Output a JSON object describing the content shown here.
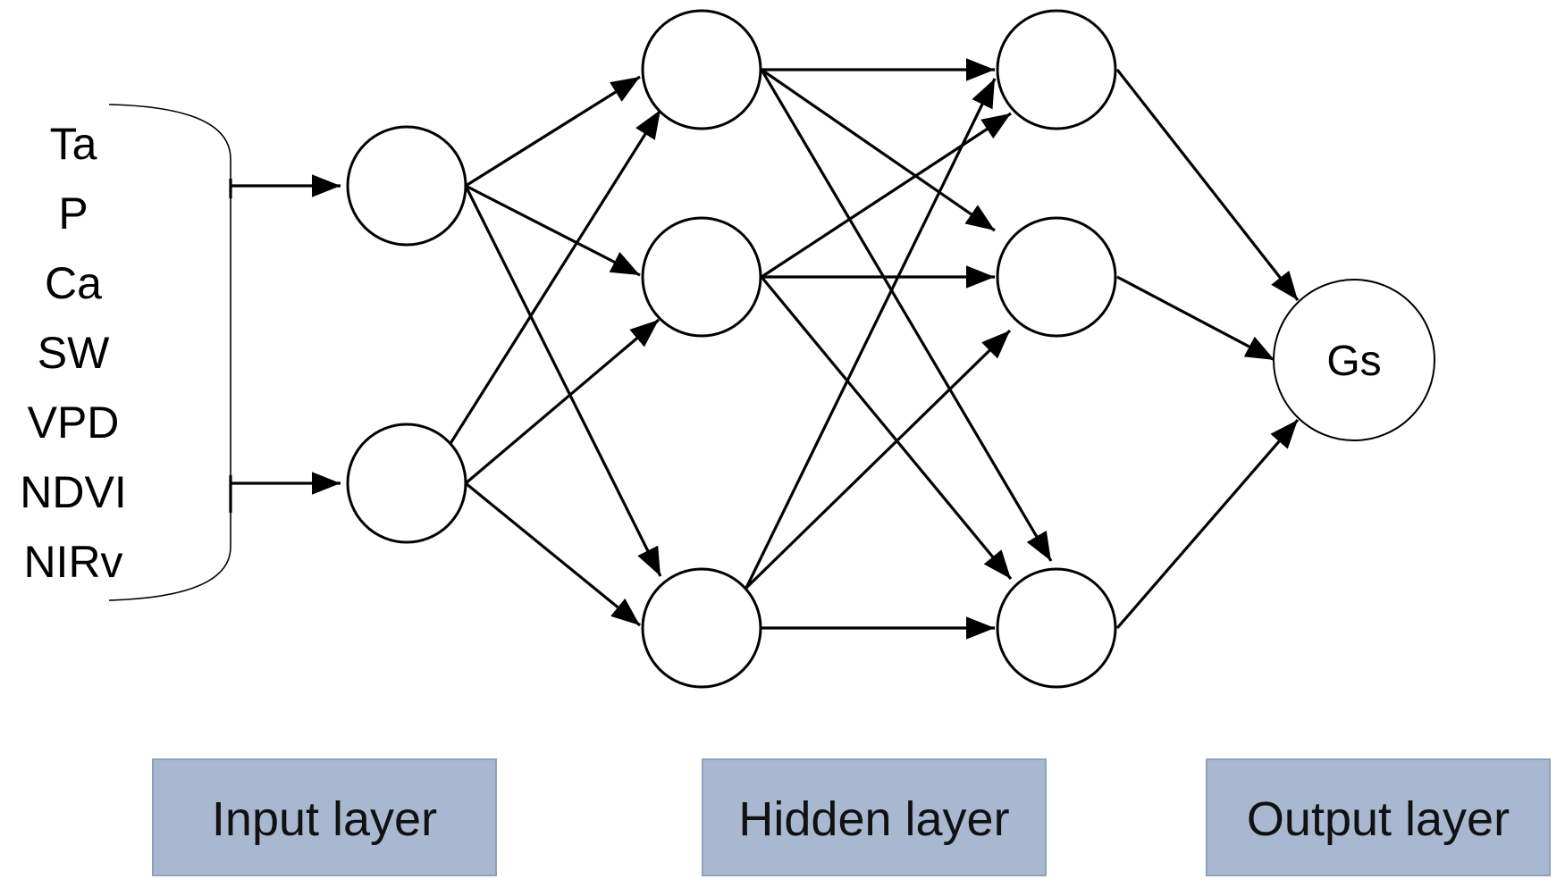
{
  "colors": {
    "output_node_fill": "#a8b8d0",
    "output_node_stroke": "#8fa0bb",
    "layer_box_fill": "#a8b8d0",
    "layer_box_stroke": "#8fa0bb"
  },
  "inputs": [
    "Ta",
    "P",
    "Ca",
    "SW",
    "VPD",
    "NDVI",
    "NIRv"
  ],
  "output_node": {
    "label": "Gs"
  },
  "layers": {
    "input_label": "Input layer",
    "hidden_label": "Hidden layer",
    "output_label": "Output layer"
  },
  "network": {
    "input_neurons": 2,
    "hidden_layers": 2,
    "hidden_neurons_per_layer": 3,
    "output_neurons": 1
  }
}
